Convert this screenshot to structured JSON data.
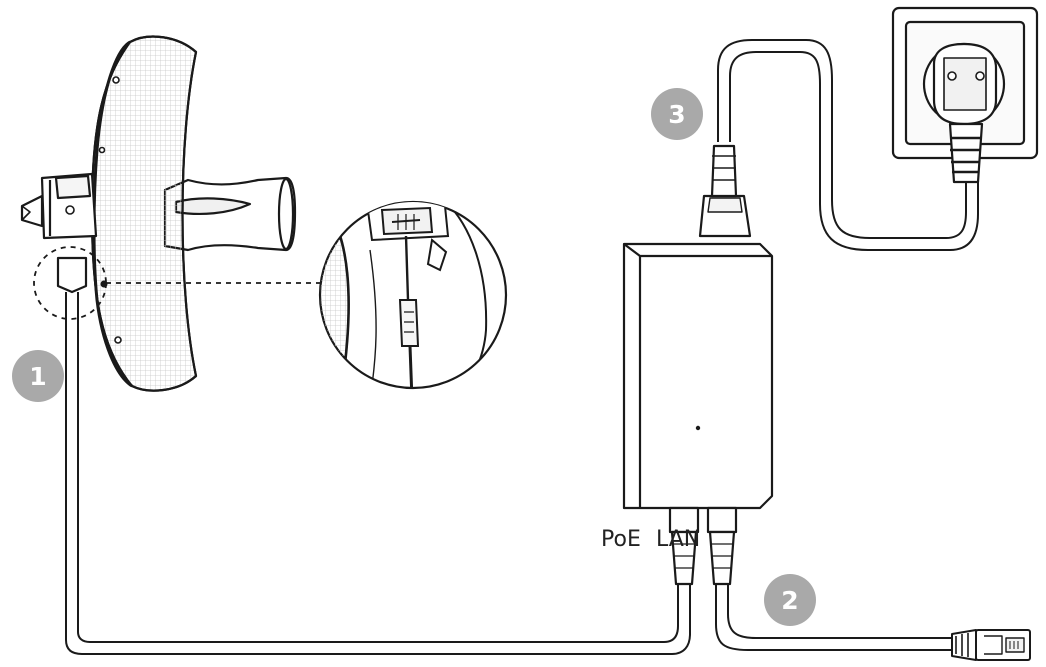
{
  "steps": [
    "1",
    "2",
    "3"
  ],
  "ports": {
    "poe": "PoE",
    "lan": "LAN"
  },
  "colors": {
    "line": "#1a1a1a",
    "step_circle": "#a9a9a9",
    "mesh": "#cfcfcf"
  },
  "icons": [
    "outdoor-antenna-cpe",
    "poe-adapter",
    "wall-power-outlet",
    "ethernet-plug"
  ]
}
